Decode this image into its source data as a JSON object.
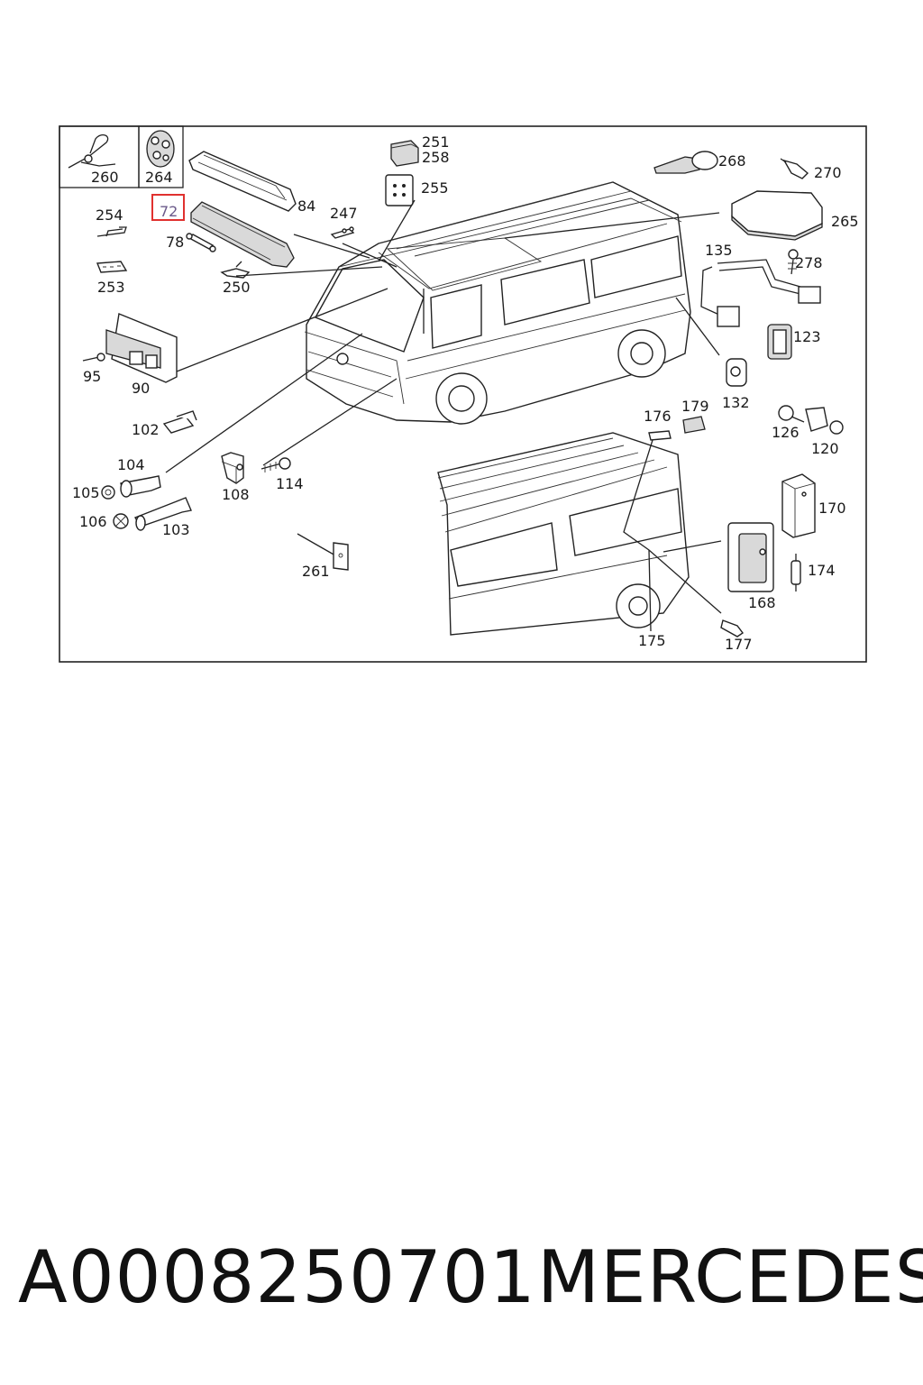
{
  "diagram": {
    "highlighted_label": "72",
    "labels": [
      {
        "id": "260",
        "text": "260"
      },
      {
        "id": "264",
        "text": "264"
      },
      {
        "id": "84",
        "text": "84"
      },
      {
        "id": "254",
        "text": "254"
      },
      {
        "id": "78",
        "text": "78"
      },
      {
        "id": "253",
        "text": "253"
      },
      {
        "id": "250",
        "text": "250"
      },
      {
        "id": "247",
        "text": "247"
      },
      {
        "id": "251",
        "text": "251"
      },
      {
        "id": "258",
        "text": "258"
      },
      {
        "id": "255",
        "text": "255"
      },
      {
        "id": "268",
        "text": "268"
      },
      {
        "id": "270",
        "text": "270"
      },
      {
        "id": "265",
        "text": "265"
      },
      {
        "id": "135",
        "text": "135"
      },
      {
        "id": "278",
        "text": "278"
      },
      {
        "id": "123",
        "text": "123"
      },
      {
        "id": "132",
        "text": "132"
      },
      {
        "id": "95",
        "text": "95"
      },
      {
        "id": "90",
        "text": "90"
      },
      {
        "id": "102",
        "text": "102"
      },
      {
        "id": "104",
        "text": "104"
      },
      {
        "id": "105",
        "text": "105"
      },
      {
        "id": "106",
        "text": "106"
      },
      {
        "id": "103",
        "text": "103"
      },
      {
        "id": "108",
        "text": "108"
      },
      {
        "id": "114",
        "text": "114"
      },
      {
        "id": "261",
        "text": "261"
      },
      {
        "id": "176",
        "text": "176"
      },
      {
        "id": "179",
        "text": "179"
      },
      {
        "id": "126",
        "text": "126"
      },
      {
        "id": "120",
        "text": "120"
      },
      {
        "id": "170",
        "text": "170"
      },
      {
        "id": "174",
        "text": "174"
      },
      {
        "id": "168",
        "text": "168"
      },
      {
        "id": "175",
        "text": "175"
      },
      {
        "id": "177",
        "text": "177"
      }
    ]
  },
  "caption": {
    "part_number": "A0008250701",
    "brand": "MERCEDES"
  },
  "colors": {
    "highlight": "#e0312f",
    "line": "#222222"
  }
}
